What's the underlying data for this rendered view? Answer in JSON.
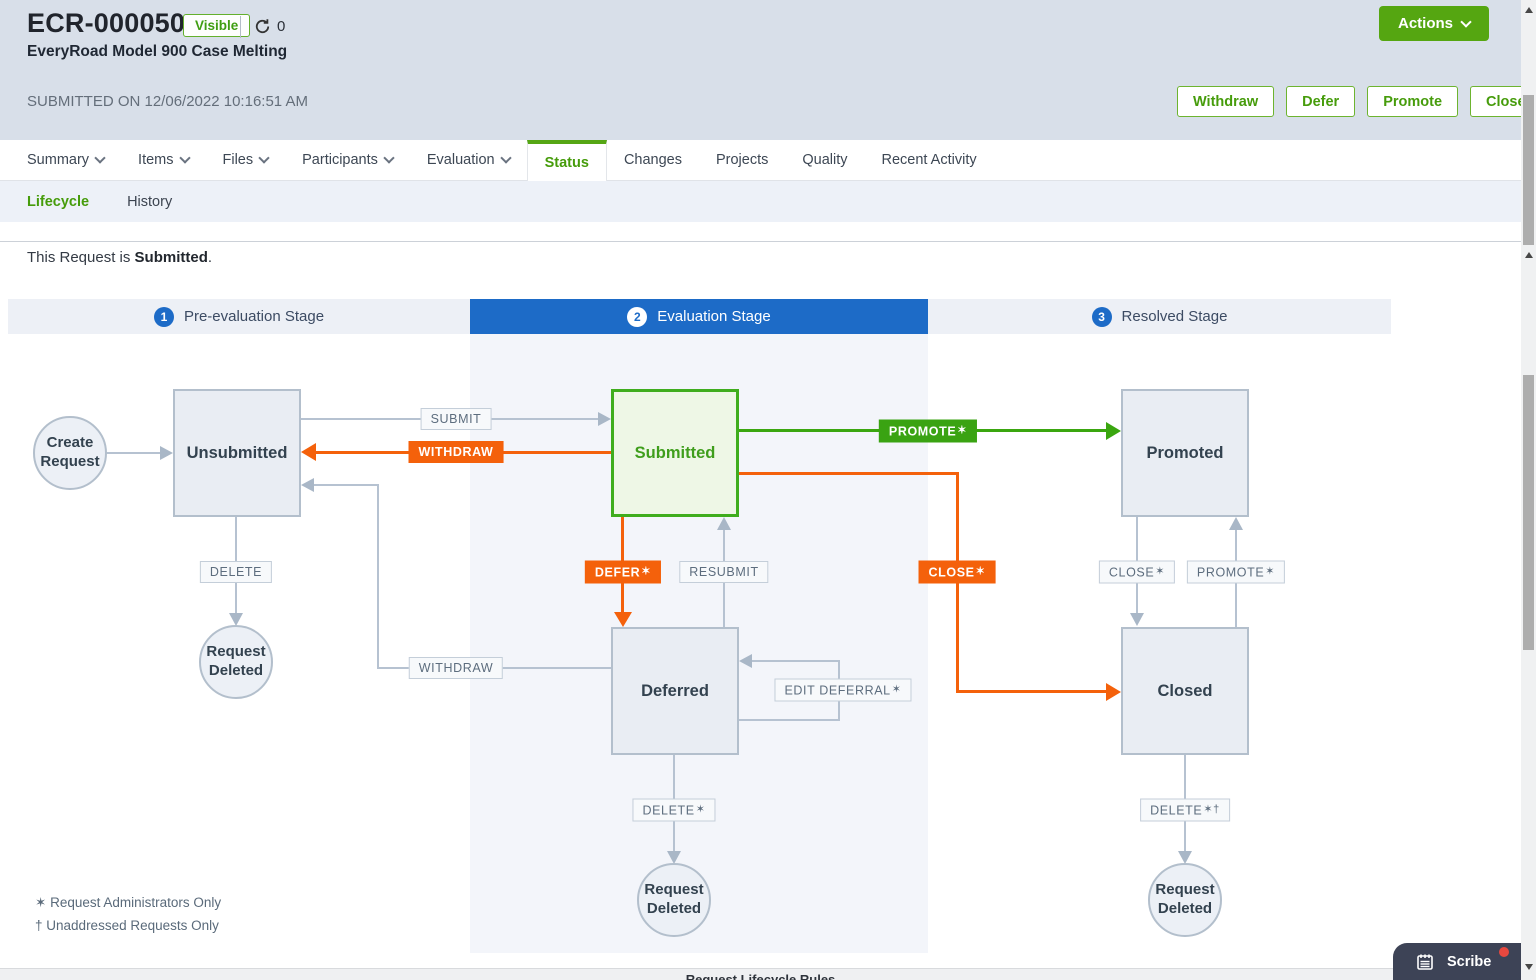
{
  "header": {
    "request_id": "ECR-000050",
    "visibility_badge": "Visible",
    "revision_count": "0",
    "title": "EveryRoad Model 900 Case Melting",
    "submitted_on": "SUBMITTED ON 12/06/2022 10:16:51 AM",
    "actions_label": "Actions",
    "action_buttons": [
      "Withdraw",
      "Defer",
      "Promote",
      "Close"
    ]
  },
  "nav": {
    "tabs": [
      {
        "label": "Summary",
        "dropdown": true
      },
      {
        "label": "Items",
        "dropdown": true
      },
      {
        "label": "Files",
        "dropdown": true
      },
      {
        "label": "Participants",
        "dropdown": true
      },
      {
        "label": "Evaluation",
        "dropdown": true
      },
      {
        "label": "Status",
        "dropdown": false,
        "active": true
      },
      {
        "label": "Changes",
        "dropdown": false
      },
      {
        "label": "Projects",
        "dropdown": false
      },
      {
        "label": "Quality",
        "dropdown": false
      },
      {
        "label": "Recent Activity",
        "dropdown": false
      }
    ],
    "subtabs": [
      {
        "label": "Lifecycle",
        "active": true
      },
      {
        "label": "History",
        "active": false
      }
    ]
  },
  "content": {
    "status_prefix": "This Request is",
    "status_value": "Submitted",
    "status_suffix": "."
  },
  "stages": {
    "s1": {
      "num": "1",
      "label": "Pre-evaluation Stage"
    },
    "s2": {
      "num": "2",
      "label": "Evaluation Stage"
    },
    "s3": {
      "num": "3",
      "label": "Resolved Stage"
    }
  },
  "diagram": {
    "nodes": {
      "create_request": "Create Request",
      "unsubmitted": "Unsubmitted",
      "submitted": "Submitted",
      "promoted": "Promoted",
      "deferred": "Deferred",
      "closed": "Closed",
      "request_deleted": "Request Deleted"
    },
    "transitions": {
      "submit": {
        "text": "SUBMIT"
      },
      "withdraw_active": {
        "text": "WITHDRAW"
      },
      "promote_active": {
        "text": "PROMOTE",
        "marker": "✶"
      },
      "delete_unsubmitted": {
        "text": "DELETE"
      },
      "defer": {
        "text": "DEFER",
        "marker": "✶"
      },
      "resubmit": {
        "text": "RESUBMIT"
      },
      "close_active": {
        "text": "CLOSE",
        "marker": "✶"
      },
      "withdraw_deferred": {
        "text": "WITHDRAW"
      },
      "edit_deferral": {
        "text": "EDIT DEFERRAL",
        "marker": "✶"
      },
      "close_resolved": {
        "text": "CLOSE",
        "marker": "✶"
      },
      "promote_resolved": {
        "text": "PROMOTE",
        "marker": "✶"
      },
      "delete_deferred": {
        "text": "DELETE",
        "marker": "✶"
      },
      "delete_closed": {
        "text": "DELETE",
        "marker": "✶†"
      }
    }
  },
  "footnotes": [
    {
      "marker": "✶",
      "text": "Request Administrators Only"
    },
    {
      "marker": "†",
      "text": "Unaddressed Requests Only"
    }
  ],
  "footer": {
    "title": "Request Lifecycle Rules"
  },
  "widgets": {
    "scribe_label": "Scribe"
  },
  "colors": {
    "ui_green": "#55a611",
    "diagram_green": "#3aa60f",
    "orange": "#f4610b",
    "stage_blue": "#1d6bc7",
    "header_bg": "#d8dfe9"
  }
}
